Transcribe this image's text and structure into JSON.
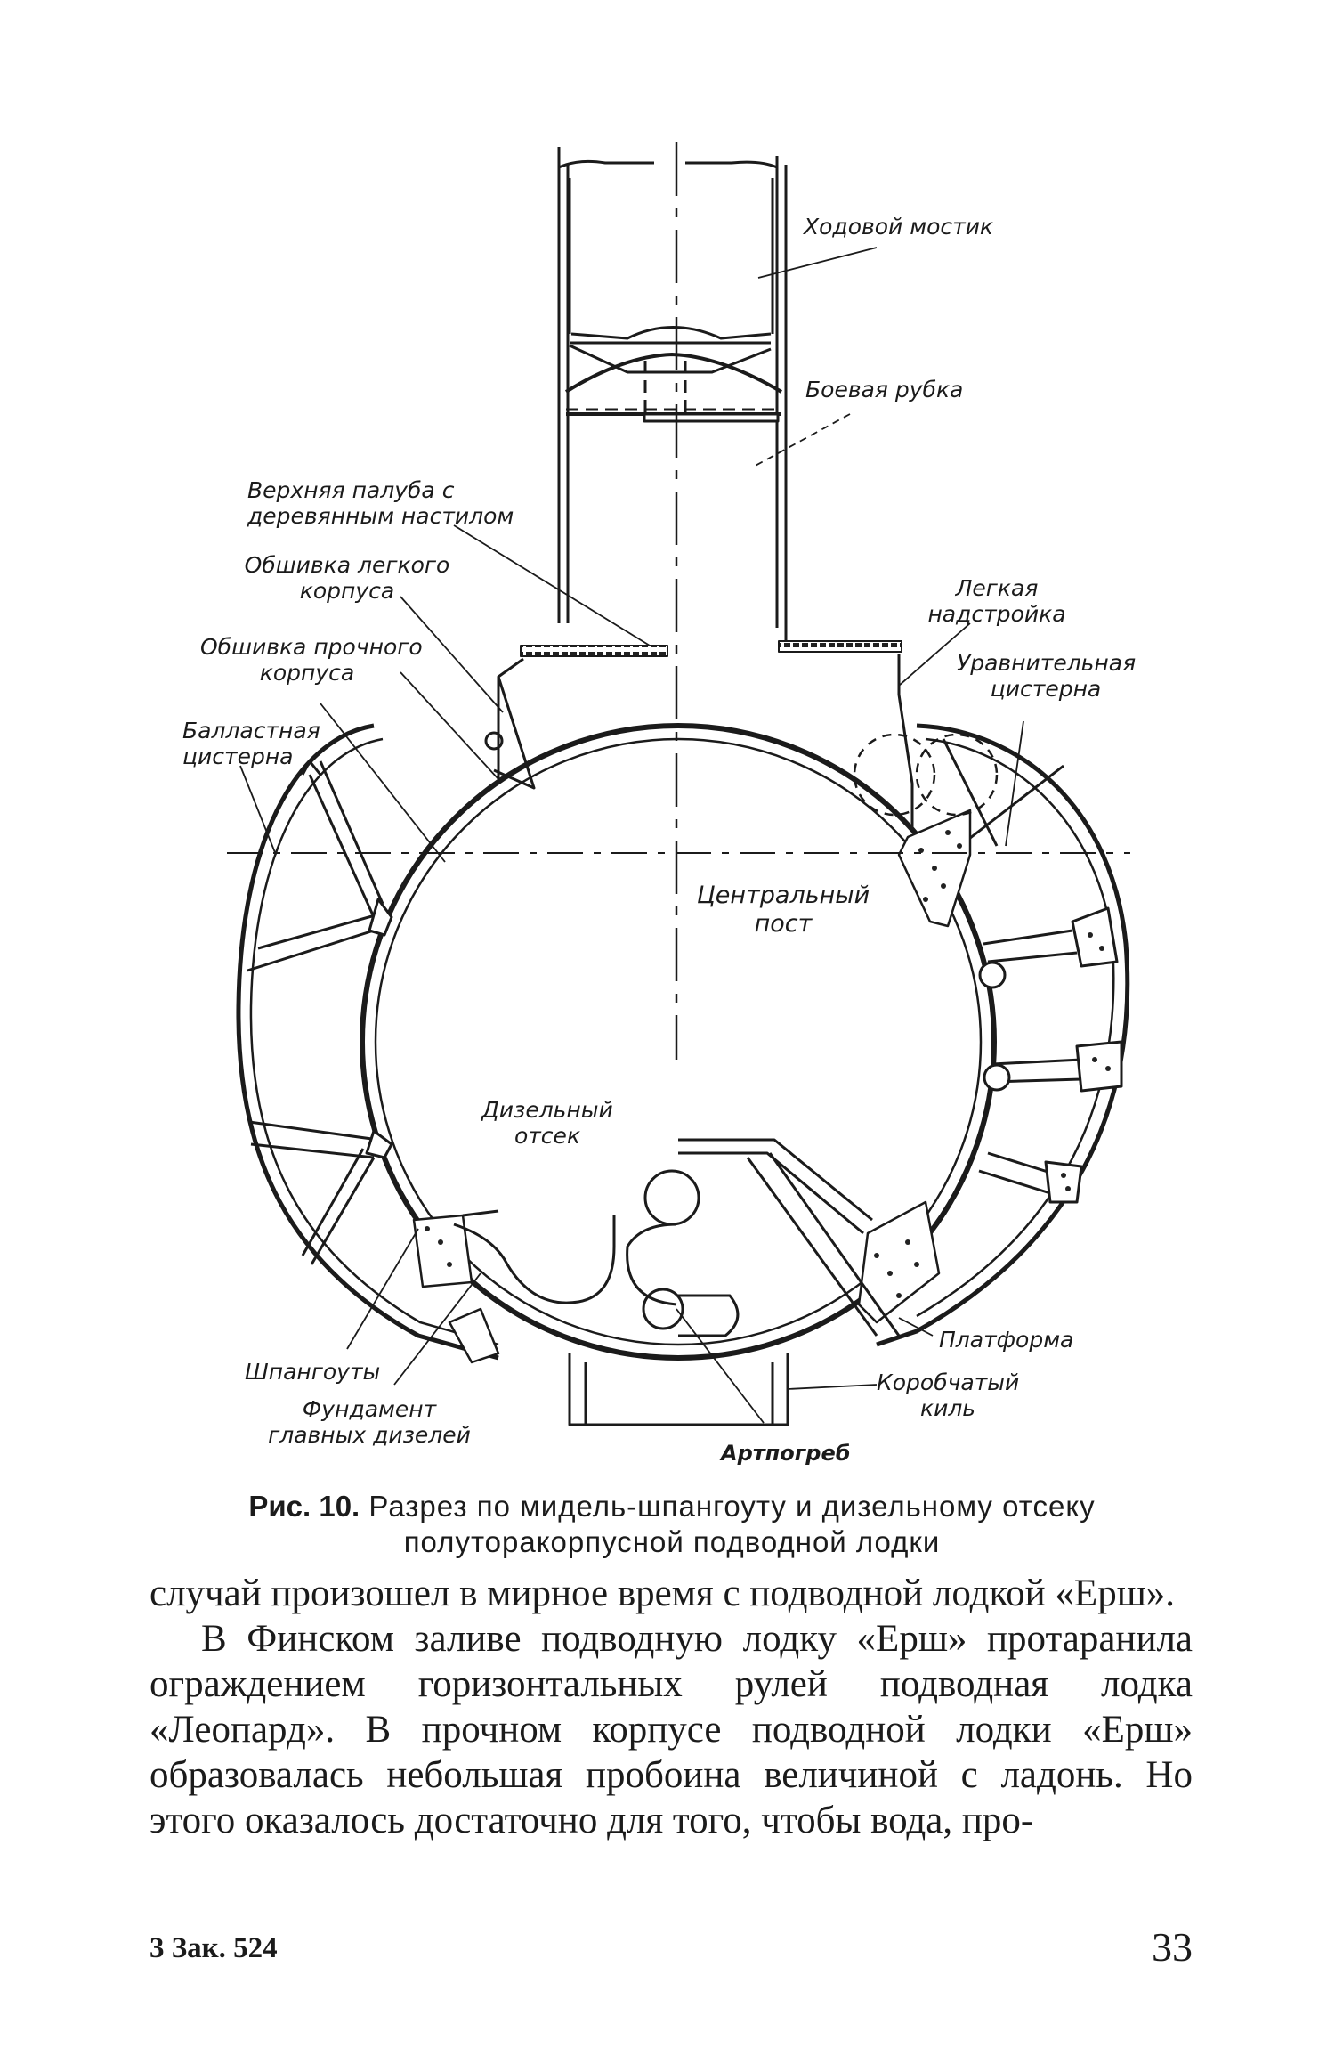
{
  "figure": {
    "labels": {
      "bridge": "Ходовой мостик",
      "conning_tower": "Боевая рубка",
      "upper_deck": [
        "Верхняя палуба с",
        "деревянным настилом"
      ],
      "light_hull_plating": [
        "Обшивка легкого",
        "корпуса"
      ],
      "pressure_hull_plating": [
        "Обшивка прочного",
        "корпуса"
      ],
      "ballast_tank": [
        "Балластная",
        "цистерна"
      ],
      "light_superstructure": [
        "Легкая",
        "надстройка"
      ],
      "trim_tank": [
        "Уравнительная",
        "цистерна"
      ],
      "central_post": [
        "Центральный",
        "пост"
      ],
      "diesel_compartment": [
        "Дизельный",
        "отсек"
      ],
      "frames": "Шпангоуты",
      "diesel_foundation": [
        "Фундамент",
        "главных дизелей"
      ],
      "platform": "Платформа",
      "box_keel": [
        "Коробчатый",
        "киль"
      ],
      "magazine": "Артпогреб"
    }
  },
  "caption": {
    "label": "Рис. 10.",
    "text": "Разрез по мидель-шпангоуту и дизельному отсеку полуторакорпусной подводной лодки"
  },
  "body": {
    "paragraphs": [
      "случай произошел в мирное время с подводной лодкой «Ерш».",
      "В Финском заливе подводную лодку «Ерш» протаранила ограждением горизонтальных рулей подводная лодка «Леопард». В прочном корпусе подводной лодки «Ерш» образовалась небольшая пробоина величиной с ладонь. Но этого оказалось достаточно для того, чтобы вода, про-"
    ]
  },
  "footer": {
    "signature": "3 Зак. 524",
    "page_number": "33"
  }
}
